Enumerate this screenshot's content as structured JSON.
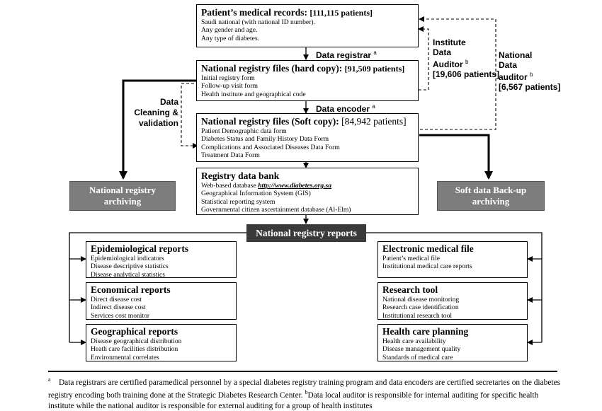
{
  "main_flow": {
    "medical_records": {
      "title": "Patient’s medical records:",
      "count": "[111,115 patients]",
      "lines": [
        "Saudi national (with national ID number).",
        "Any gender and age.",
        "Any type of diabetes."
      ]
    },
    "hard_copy": {
      "title": "National registry files (hard copy):",
      "count": "[91,509 patients]",
      "lines": [
        "Initial registry form",
        "Follow-up visit form",
        "Health institute and geographical code"
      ]
    },
    "soft_copy": {
      "title": "National registry files (Soft copy):",
      "count": "[84,942 patients]",
      "lines": [
        "Patient Demographic data form",
        "Diabetes Status and Family History Data Form",
        "Complications and Associated Diseases Data Form",
        "Treatment Data Form"
      ]
    },
    "data_bank": {
      "title": "Registry data bank",
      "lines": [
        "Web-based database",
        "Geographical Information System (GIS)",
        "Statistical reporting system",
        "Governmental citizen ascertainment database (Al-Elm)"
      ],
      "url": "http://www.diabetes.org.sa"
    }
  },
  "flow_labels": {
    "data_registrar": "Data registrar",
    "data_encoder": "Data encoder",
    "footnote_marker": "a",
    "auditor_marker": "b",
    "cleaning": [
      "Data",
      "Cleaning &",
      "validation"
    ],
    "institute_auditor": [
      "Institute",
      "Data",
      "Auditor",
      "[19,606 patients]"
    ],
    "national_auditor": [
      "National",
      "Data",
      "auditor",
      "[6,567 patients]"
    ]
  },
  "archives": {
    "national": [
      "National registry",
      "archiving"
    ],
    "soft": [
      "Soft data Back-up",
      "archiving"
    ]
  },
  "reports_header": "National registry reports",
  "left_reports": [
    {
      "title": "Epidemiological reports",
      "lines": [
        "Epidemiological indicators",
        "Disease descriptive statistics",
        "Disease analytical statistics"
      ]
    },
    {
      "title": "Economical reports",
      "lines": [
        "Direct disease cost",
        "Indirect disease cost",
        "Services cost monitor"
      ]
    },
    {
      "title": "Geographical reports",
      "lines": [
        "Disease geographical distribution",
        "Heath care facilities distribution",
        "Environmental correlates"
      ]
    }
  ],
  "right_reports": [
    {
      "title": "Electronic medical file",
      "lines": [
        "Patient’s medical file",
        "Institutional medical care reports"
      ]
    },
    {
      "title": "Research tool",
      "lines": [
        "National disease monitoring",
        "Research case identification",
        "Institutional research tool"
      ]
    },
    {
      "title": "Health care planning",
      "lines": [
        "Health care availability",
        "Disease management quality",
        "Standards of medical care"
      ]
    }
  ],
  "footnote": {
    "marker_a": "a",
    "text_a": "Data registrars are certified paramedical personnel by a special diabetes registry training program and data encoders are certified secretaries on the diabetes registry encoding both training done at the Strategic Diabetes Research Center.",
    "marker_b": "b",
    "text_b": "Data local auditor is responsible for internal auditing for specific health institute while the national auditor is responsible for external auditing for a group of health institutes"
  }
}
